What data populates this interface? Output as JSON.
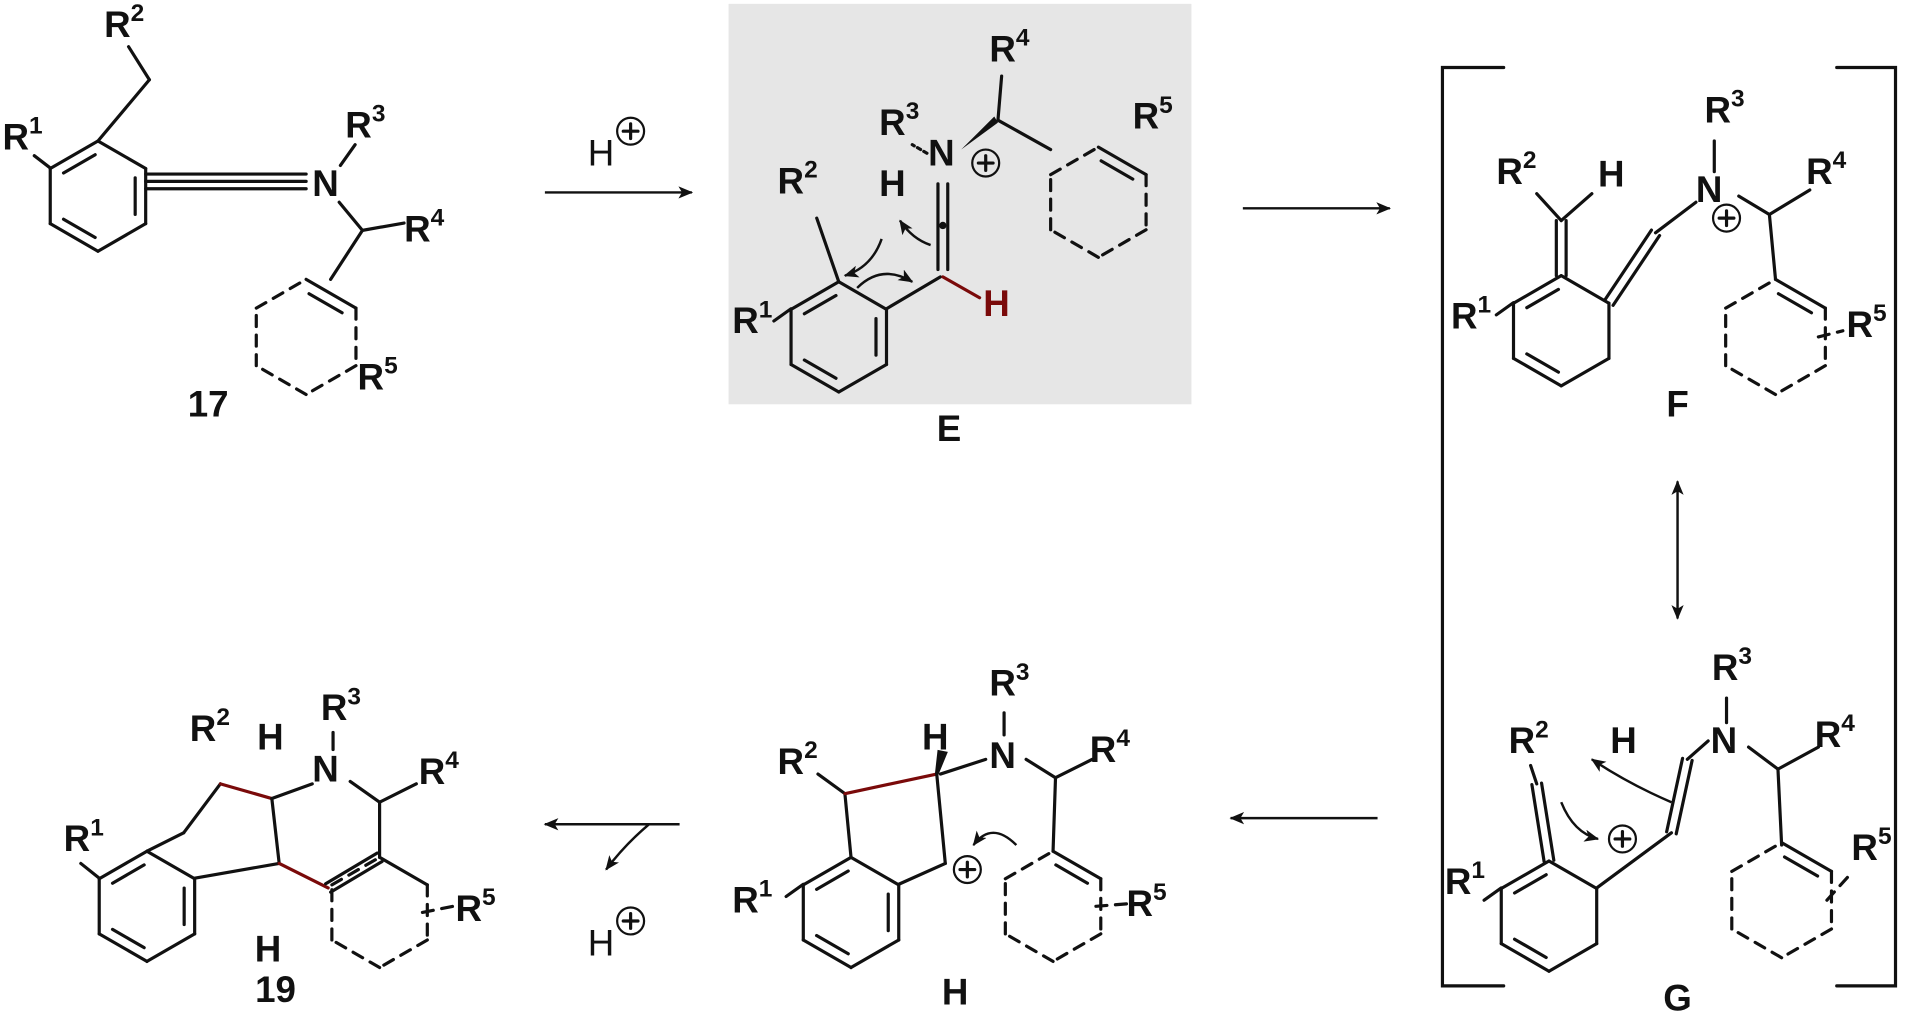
{
  "title": "Proposed mechanism: protonation of ynamide 17 to keteniminium E, cyclization via F/G and H to product 19",
  "reagents": {
    "proton": "H",
    "charge": "+"
  },
  "atoms": {
    "R": "R",
    "N": "N",
    "H": "H"
  },
  "substituents": {
    "r1": "1",
    "r2": "2",
    "r3": "3",
    "r4": "4",
    "r5": "5"
  },
  "compounds": {
    "c17": "17",
    "E": "E",
    "F": "F",
    "G": "G",
    "H": "H",
    "c19": "19"
  },
  "colors": {
    "highlight_bond": "#7a0a0a",
    "box_background": "#e6e6e6"
  }
}
